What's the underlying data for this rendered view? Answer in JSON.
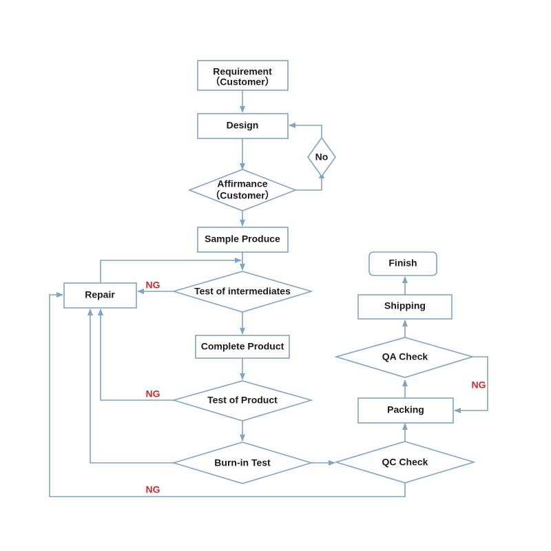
{
  "nodes": {
    "requirement": {
      "line1": "Requirement",
      "line2": "（Customer）"
    },
    "design": "Design",
    "no_decision": "No",
    "affirmance": {
      "line1": "Affirmance",
      "line2": "（Customer）"
    },
    "sample_produce": "Sample Produce",
    "test_intermediates": "Test of intermediates",
    "repair": "Repair",
    "complete_product": "Complete Product",
    "test_product": "Test of Product",
    "burn_in": "Burn-in Test",
    "qc_check": "QC Check",
    "packing": "Packing",
    "qa_check": "QA Check",
    "shipping": "Shipping",
    "finish": "Finish"
  },
  "edge_labels": {
    "ng_intermediates": "NG",
    "ng_product": "NG",
    "ng_qc": "NG",
    "ng_qa": "NG"
  },
  "colors": {
    "line": "#7ea4c6",
    "ng": "#d9262b"
  }
}
